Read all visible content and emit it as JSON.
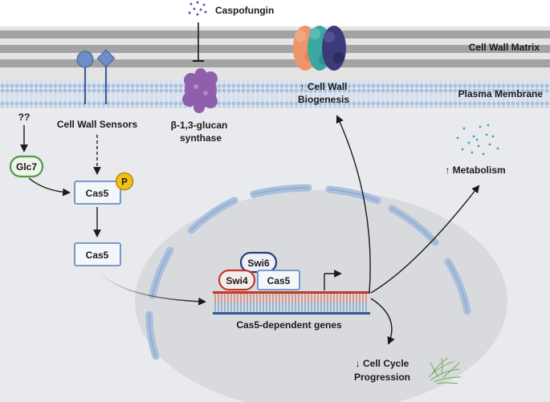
{
  "drug": {
    "label": "Caspofungin"
  },
  "layers": {
    "cell_wall_label": "Cell Wall Matrix",
    "membrane_label": "Plasma Membrane"
  },
  "sensors": {
    "label": "Cell Wall Sensors",
    "unknown": "??"
  },
  "glucan_synthase": {
    "line1": "β-1,3-glucan",
    "line2": "synthase"
  },
  "biogenesis": {
    "line1": "↑ Cell Wall",
    "line2": "Biogenesis"
  },
  "metabolism": {
    "label": "↑ Metabolism"
  },
  "glc7": {
    "label": "Glc7"
  },
  "cas5_top": {
    "label": "Cas5"
  },
  "phospho": {
    "label": "P"
  },
  "cas5_mid": {
    "label": "Cas5"
  },
  "nucleus": {
    "swi6": "Swi6",
    "swi4": "Swi4",
    "cas5": "Cas5",
    "genes_label": "Cas5-dependent genes"
  },
  "cell_cycle": {
    "line1": "↓ Cell Cycle",
    "line2": "Progression"
  },
  "colors": {
    "cytoplasm": "#e8e9ec",
    "wall_band": "#9b9b9b",
    "wall_light": "#d6d6d6",
    "membrane": "#bfd0e4",
    "sensor": "#6c8ec8",
    "glucan": "#8f5fae",
    "nucleus": "#d8d9dc",
    "envelope": "#a7bedc",
    "protein_box_border": "#6c8ec8",
    "glc7": "#4f9a45",
    "phospho": "#f2c21b",
    "swi6": "#2e3a7a",
    "swi4": "#c0392b",
    "dna_top": "#c0392b",
    "dna_bottom": "#2e5a9a",
    "dots": "#3aa3b8",
    "stack_colors": [
      "#f0956a",
      "#3aa7a3",
      "#3d3a7a"
    ]
  }
}
